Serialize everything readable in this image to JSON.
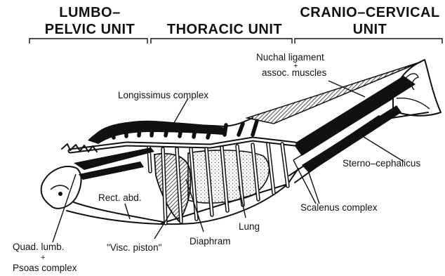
{
  "units": {
    "lumbo_line1": "LUMBO–",
    "lumbo_line2": "PELVIC UNIT",
    "thoracic": "THORACIC UNIT",
    "cranio_line1": "CRANIO–CERVICAL",
    "cranio_line2": "UNIT"
  },
  "labels": {
    "nuchal_line1": "Nuchal ligament",
    "nuchal_plus": "+",
    "nuchal_line2": "assoc. muscles",
    "longissimus": "Longissimus complex",
    "sterno": "Sterno–cephalicus",
    "rect_abd": "Rect. abd.",
    "scalenus": "Scalenus complex",
    "lung": "Lung",
    "diaphram": "Diaphram",
    "visc_piston": "\"Visc. piston\"",
    "quad_lumb": "Quad. lumb.",
    "quad_plus": "+",
    "psoas": "Psoas complex"
  }
}
